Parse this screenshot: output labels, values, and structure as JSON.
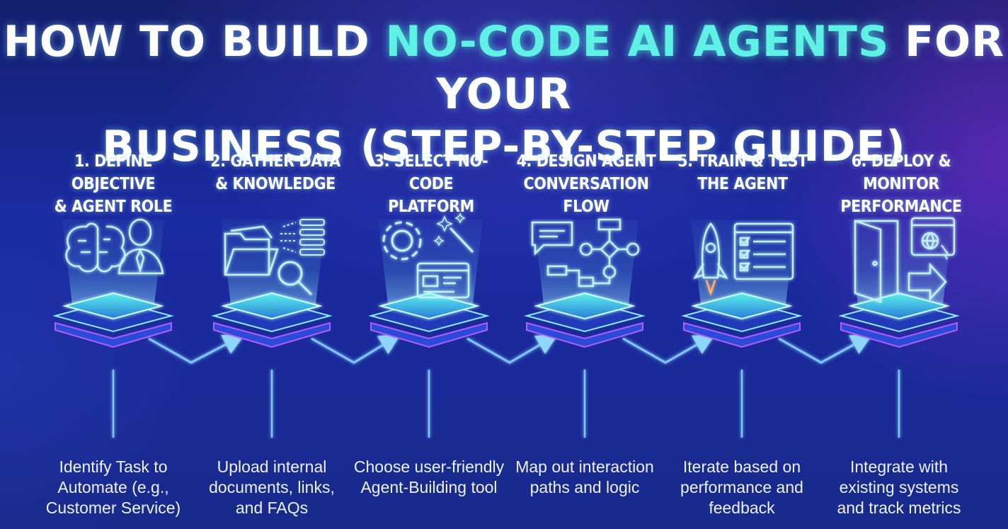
{
  "title": {
    "part1": "HOW TO BUILD ",
    "accent": "NO-CODE AI AGENTS",
    "part2": " FOR YOUR",
    "line2": "BUSINESS (STEP-BY-STEP GUIDE)"
  },
  "colors": {
    "accent": "#5ff1e6",
    "background": "#1a2aa0",
    "glow": "#7ee8ff",
    "connector": "#7ec8ff"
  },
  "steps": [
    {
      "title_line1": "1. DEFINE OBJECTIVE",
      "title_line2": "& AGENT ROLE",
      "desc_line1": "Identify Task to",
      "desc_line2": "Automate (e.g.,",
      "desc_line3": "Customer Service)",
      "icons": [
        "brain-icon",
        "person-icon"
      ]
    },
    {
      "title_line1": "2. GATHER DATA",
      "title_line2": "& KNOWLEDGE",
      "desc_line1": "Upload internal",
      "desc_line2": "documents, links,",
      "desc_line3": "and FAQs",
      "icons": [
        "folder-icon",
        "magnifier-icon",
        "list-icon"
      ]
    },
    {
      "title_line1": "3. SELECT NO-CODE",
      "title_line2": "PLATFORM",
      "desc_line1": "Choose user-friendly",
      "desc_line2": "Agent-Building tool",
      "desc_line3": "",
      "icons": [
        "gear-icon",
        "magic-wand-icon",
        "browser-window-icon"
      ]
    },
    {
      "title_line1": "4. DESIGN AGENT",
      "title_line2": "CONVERSATION FLOW",
      "desc_line1": "Map out interaction",
      "desc_line2": "paths and logic",
      "desc_line3": "",
      "icons": [
        "chat-bubble-icon",
        "flowchart-icon"
      ]
    },
    {
      "title_line1": "5. TRAIN & TEST",
      "title_line2": "THE AGENT",
      "desc_line1": "Iterate based on",
      "desc_line2": "performance and",
      "desc_line3": "feedback",
      "icons": [
        "rocket-icon",
        "checklist-icon"
      ]
    },
    {
      "title_line1": "6. DEPLOY & MONITOR",
      "title_line2": "PERFORMANCE",
      "desc_line1": "Integrate with",
      "desc_line2": "existing systems",
      "desc_line3": "and track metrics",
      "icons": [
        "door-icon",
        "globe-window-icon",
        "arrow-right-icon"
      ]
    }
  ]
}
